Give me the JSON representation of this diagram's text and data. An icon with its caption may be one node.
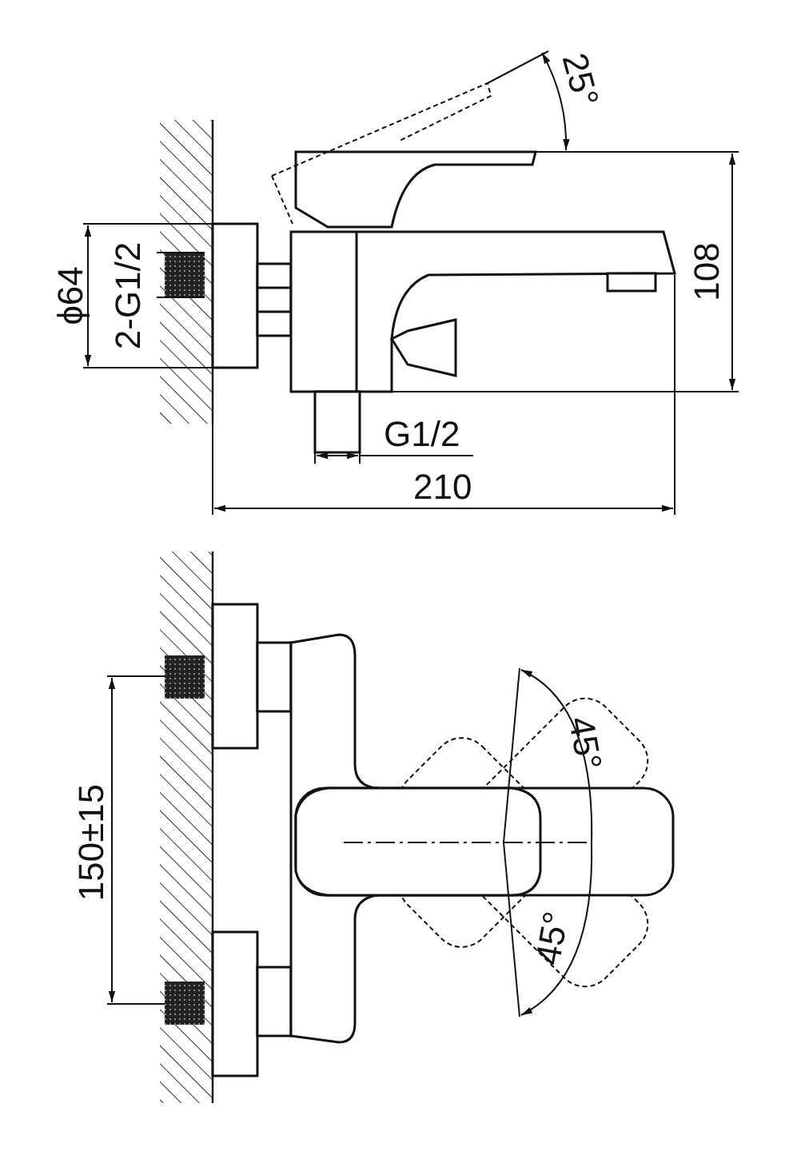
{
  "diagram": {
    "labels": [
      "25°",
      "ϕ64",
      "2-G1/2",
      "108",
      "G1/2",
      "210",
      "45°",
      "150±15",
      "45°"
    ]
  }
}
